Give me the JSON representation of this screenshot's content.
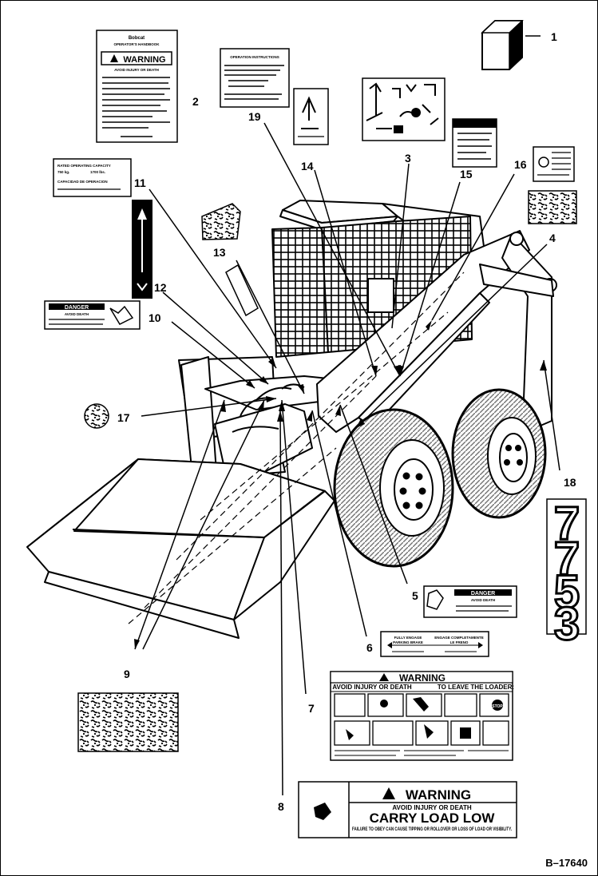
{
  "figure_id": "B–17640",
  "callouts": [
    "1",
    "2",
    "3",
    "4",
    "5",
    "6",
    "7",
    "8",
    "9",
    "10",
    "11",
    "12",
    "13",
    "14",
    "15",
    "16",
    "17",
    "18",
    "19"
  ],
  "decals": {
    "manual": {
      "brand": "Bobcat",
      "title": "OPERATOR'S HANDBOOK",
      "warning": "WARNING",
      "sub": "AVOID INJURY OR DEATH"
    },
    "operating_instructions": {
      "title": "OPERATION INSTRUCTIONS"
    },
    "rated_capacity": {
      "line1": "RATED OPERATING CAPACITY",
      "line2": "750 kg.",
      "line3": "1700 lbs.",
      "line4": "CAPACIDAD DE OPERACION"
    },
    "danger_left": {
      "title": "DANGER",
      "sub": "AVOID DEATH"
    },
    "danger_right": {
      "title": "DANGER",
      "sub": "AVOID DEATH"
    },
    "fuel": {
      "line1": "FULLY ENGAGE",
      "line2": "PARKING BRAKE",
      "line3": "ENGAGE COMPLETAMENTE",
      "line4": "LE FRENO"
    },
    "warning_large": {
      "title": "WARNING",
      "sub": "AVOID INJURY OR DEATH",
      "leave": "TO LEAVE THE LOADER:",
      "stop": "STOP"
    },
    "warning_carry": {
      "title": "WARNING",
      "sub": "AVOID INJURY OR DEATH",
      "main": "CARRY LOAD LOW",
      "body": "FAILURE TO OBEY CAN CAUSE TIPPING OR ROLLOVER OR LOSS OF LOAD OR VISIBILITY."
    },
    "model": [
      "7",
      "7",
      "5",
      "3"
    ]
  }
}
